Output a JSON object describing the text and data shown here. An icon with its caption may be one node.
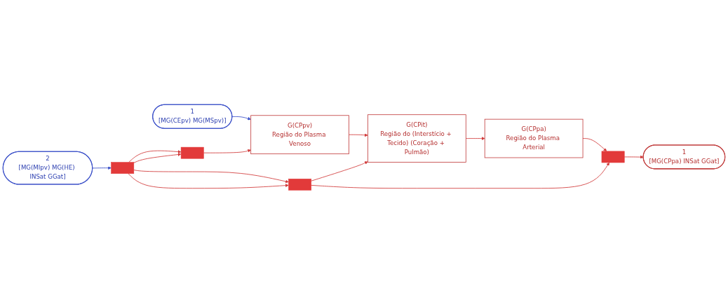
{
  "diagram": {
    "nodes": [
      {
        "text": [
          "1",
          "[MG(CEpv) MG(MSpv)]"
        ]
      },
      {
        "text": [
          "2",
          "[MG(MIpv) MG(HE) INSat GGat]"
        ]
      },
      {
        "text": [
          "G(CPpv)",
          "Região do Plasma Venoso"
        ]
      },
      {
        "text": [
          "G(CPit)",
          "Região do (Interstício + Tecido) (Coração + Pulmão)"
        ]
      },
      {
        "text": [
          "G(CPpa)",
          "Região do Plasma Arterial"
        ]
      },
      {
        "text": [
          "1",
          "[MG(CPpa) INSat GGat]"
        ]
      },
      {
        "text": [],
        "shape": "bar"
      },
      {
        "text": [],
        "shape": "bar"
      },
      {
        "text": [],
        "shape": "bar"
      },
      {
        "text": [],
        "shape": "bar"
      }
    ],
    "edges": [
      {
        "from": 0,
        "to": 2,
        "arrow": "to",
        "color": "#3a4fc8"
      },
      {
        "from": 1,
        "to": 6,
        "arrow": "to",
        "color": "#3a4fc8"
      },
      {
        "from": 6,
        "to": 7,
        "arrow": "to"
      },
      {
        "from": 6,
        "to": 7,
        "arrow": "to"
      },
      {
        "from": 6,
        "to": 8,
        "arrow": "to"
      },
      {
        "from": 6,
        "to": 8,
        "arrow": "to"
      },
      {
        "from": 7,
        "to": 2,
        "arrow": "to"
      },
      {
        "from": 2,
        "to": 3,
        "arrow": "to"
      },
      {
        "from": 8,
        "to": 3,
        "arrow": "to"
      },
      {
        "from": 3,
        "to": 4,
        "arrow": "to"
      },
      {
        "from": 4,
        "to": 9,
        "arrow": "to"
      },
      {
        "from": 8,
        "to": 9,
        "arrow": "to"
      },
      {
        "from": 9,
        "to": 5,
        "arrow": "to"
      }
    ]
  }
}
